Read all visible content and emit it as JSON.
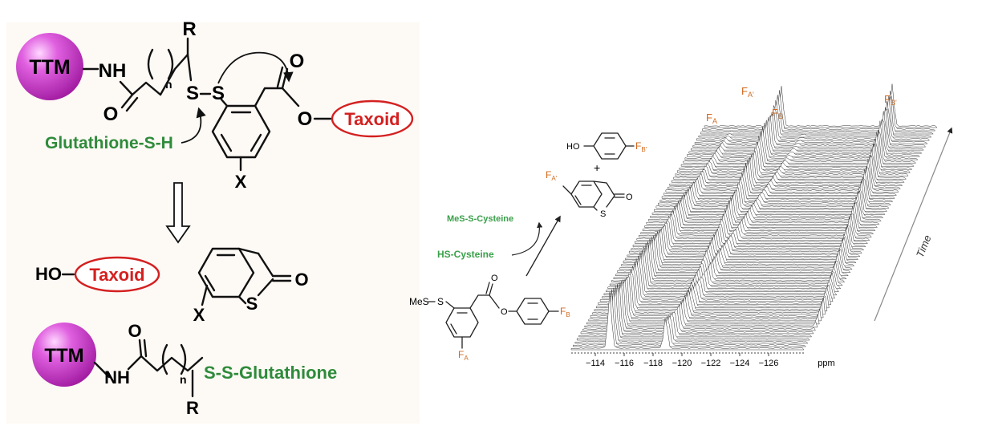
{
  "scheme": {
    "ttm": "TTM",
    "nh": "NH",
    "n_sub": "n",
    "r": "R",
    "s": "S",
    "o": "O",
    "x": "X",
    "ho": "HO",
    "h": "H",
    "taxoid": "Taxoid",
    "glutathione_sh": "Glutathione-S-H",
    "s_s_glutathione": "S-S-Glutathione"
  },
  "nmr": {
    "mes": "MeS",
    "f_a": "F",
    "f_a_sub": "A",
    "f_b": "F",
    "f_b_sub": "B",
    "f_a_prime_sub": "A'",
    "f_b_prime_sub": "B'",
    "mes_s_cysteine": "MeS-S-Cysteine",
    "hs_cysteine": "HS-Cysteine",
    "plus": "+",
    "time": "Time",
    "ppm": "ppm",
    "ticks": [
      "−114",
      "−116",
      "−118",
      "−120",
      "−122",
      "−124",
      "−126"
    ]
  },
  "colors": {
    "ttm_sphere": "#cc33cc",
    "taxoid_red": "#d42020",
    "glutathione_green": "#2e8b3a",
    "cysteine_green": "#3aa04a",
    "fluorine_orange": "#d2691e",
    "panel_bg": "#fdf9f5"
  },
  "icons": [
    "ttm-sphere-icon",
    "taxoid-ellipse-icon",
    "reaction-arrow-icon",
    "spectra-stack-icon"
  ]
}
